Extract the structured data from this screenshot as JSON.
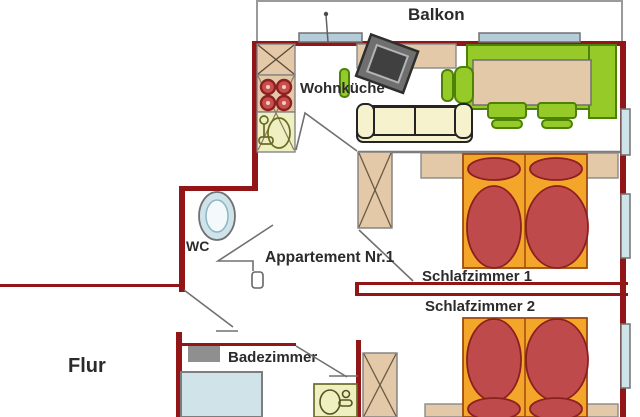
{
  "rooms": {
    "balkon": {
      "label": "Balkon"
    },
    "wohnkueche": {
      "label": "Wohnküche"
    },
    "wc": {
      "label": "WC"
    },
    "schlafzimmer1": {
      "label": "Schlafzimmer 1"
    },
    "schlafzimmer2": {
      "label": "Schlafzimmer 2"
    },
    "badezimmer": {
      "label": "Badezimmer"
    },
    "flur": {
      "label": "Flur"
    }
  },
  "apartment": {
    "label": "Appartement Nr.1",
    "color": "#d8241c"
  },
  "furniture": [
    "kitchen-cabinet",
    "stove",
    "kitchen-sink",
    "tv",
    "sideboard",
    "sofa",
    "dining-bench",
    "dining-table",
    "chair",
    "toilet",
    "double-bed-1",
    "wardrobe-1",
    "double-bed-2",
    "wardrobe-2",
    "bathtub",
    "washbasin",
    "bath-cabinet"
  ],
  "colors": {
    "wall": "#921518",
    "thin-line": "#7d7d7d",
    "wood-tan": "#e3c9a8",
    "furniture-green": "#96ca28",
    "bed-orange": "#f4a62a",
    "bedding-red": "#bf4a4c",
    "water-blue": "#cfe4ea",
    "window-blue": "#b5ccd9",
    "sink-yellow": "#eef0c2",
    "sofa-cream": "#f6f2cd"
  }
}
